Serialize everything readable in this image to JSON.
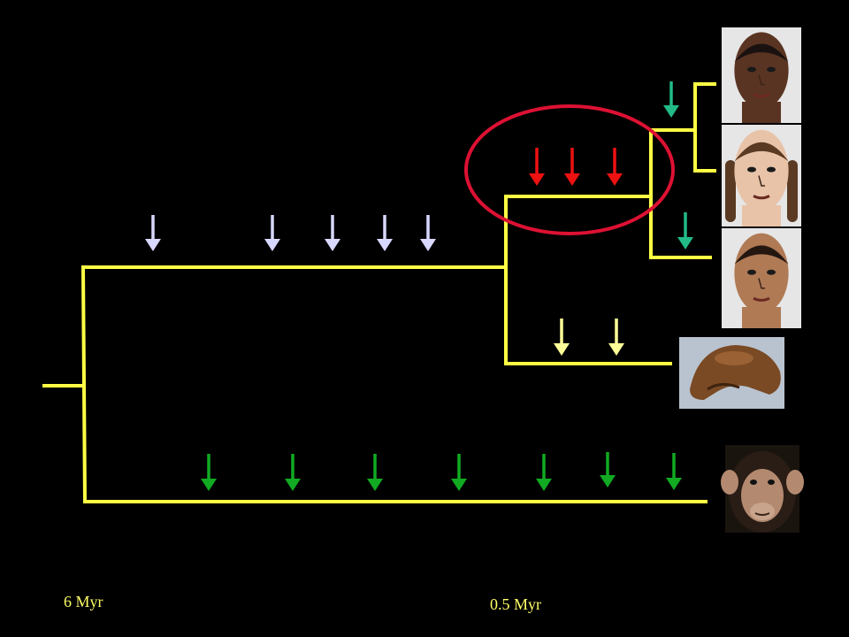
{
  "colors": {
    "background": "#000000",
    "branch": "#ffff44",
    "arrow_ancestral": "#d8d8ff",
    "arrow_red": "#ee1111",
    "arrow_teal": "#22bb88",
    "arrow_pale_yellow": "#ffff99",
    "arrow_green": "#11aa22",
    "highlight_ellipse": "#dd1133",
    "time_label": "#ffff66"
  },
  "time_axis": {
    "left_label": "6 Myr",
    "right_label": "0.5 Myr"
  },
  "tips": [
    {
      "name": "face-african-photo",
      "kind": "human-face",
      "skin": "#5a3422",
      "hair": "#1a1210"
    },
    {
      "name": "face-european-photo",
      "kind": "human-face-braids",
      "skin": "#e8c3a8",
      "hair": "#5a3a22"
    },
    {
      "name": "face-middle-eastern-photo",
      "kind": "human-face",
      "skin": "#b07a55",
      "hair": "#241710"
    },
    {
      "name": "archaic-skull-photo",
      "kind": "skull",
      "bone": "#7a4a24"
    },
    {
      "name": "chimpanzee-photo",
      "kind": "chimp",
      "fur": "#2a1d16",
      "face": "#b38a70"
    }
  ],
  "arrow_groups": {
    "ancestral_lineage": 5,
    "highlighted_modern_branch": 3,
    "terminal_branches": 2,
    "archaic_branch": 2,
    "chimpanzee_lineage": 7
  }
}
